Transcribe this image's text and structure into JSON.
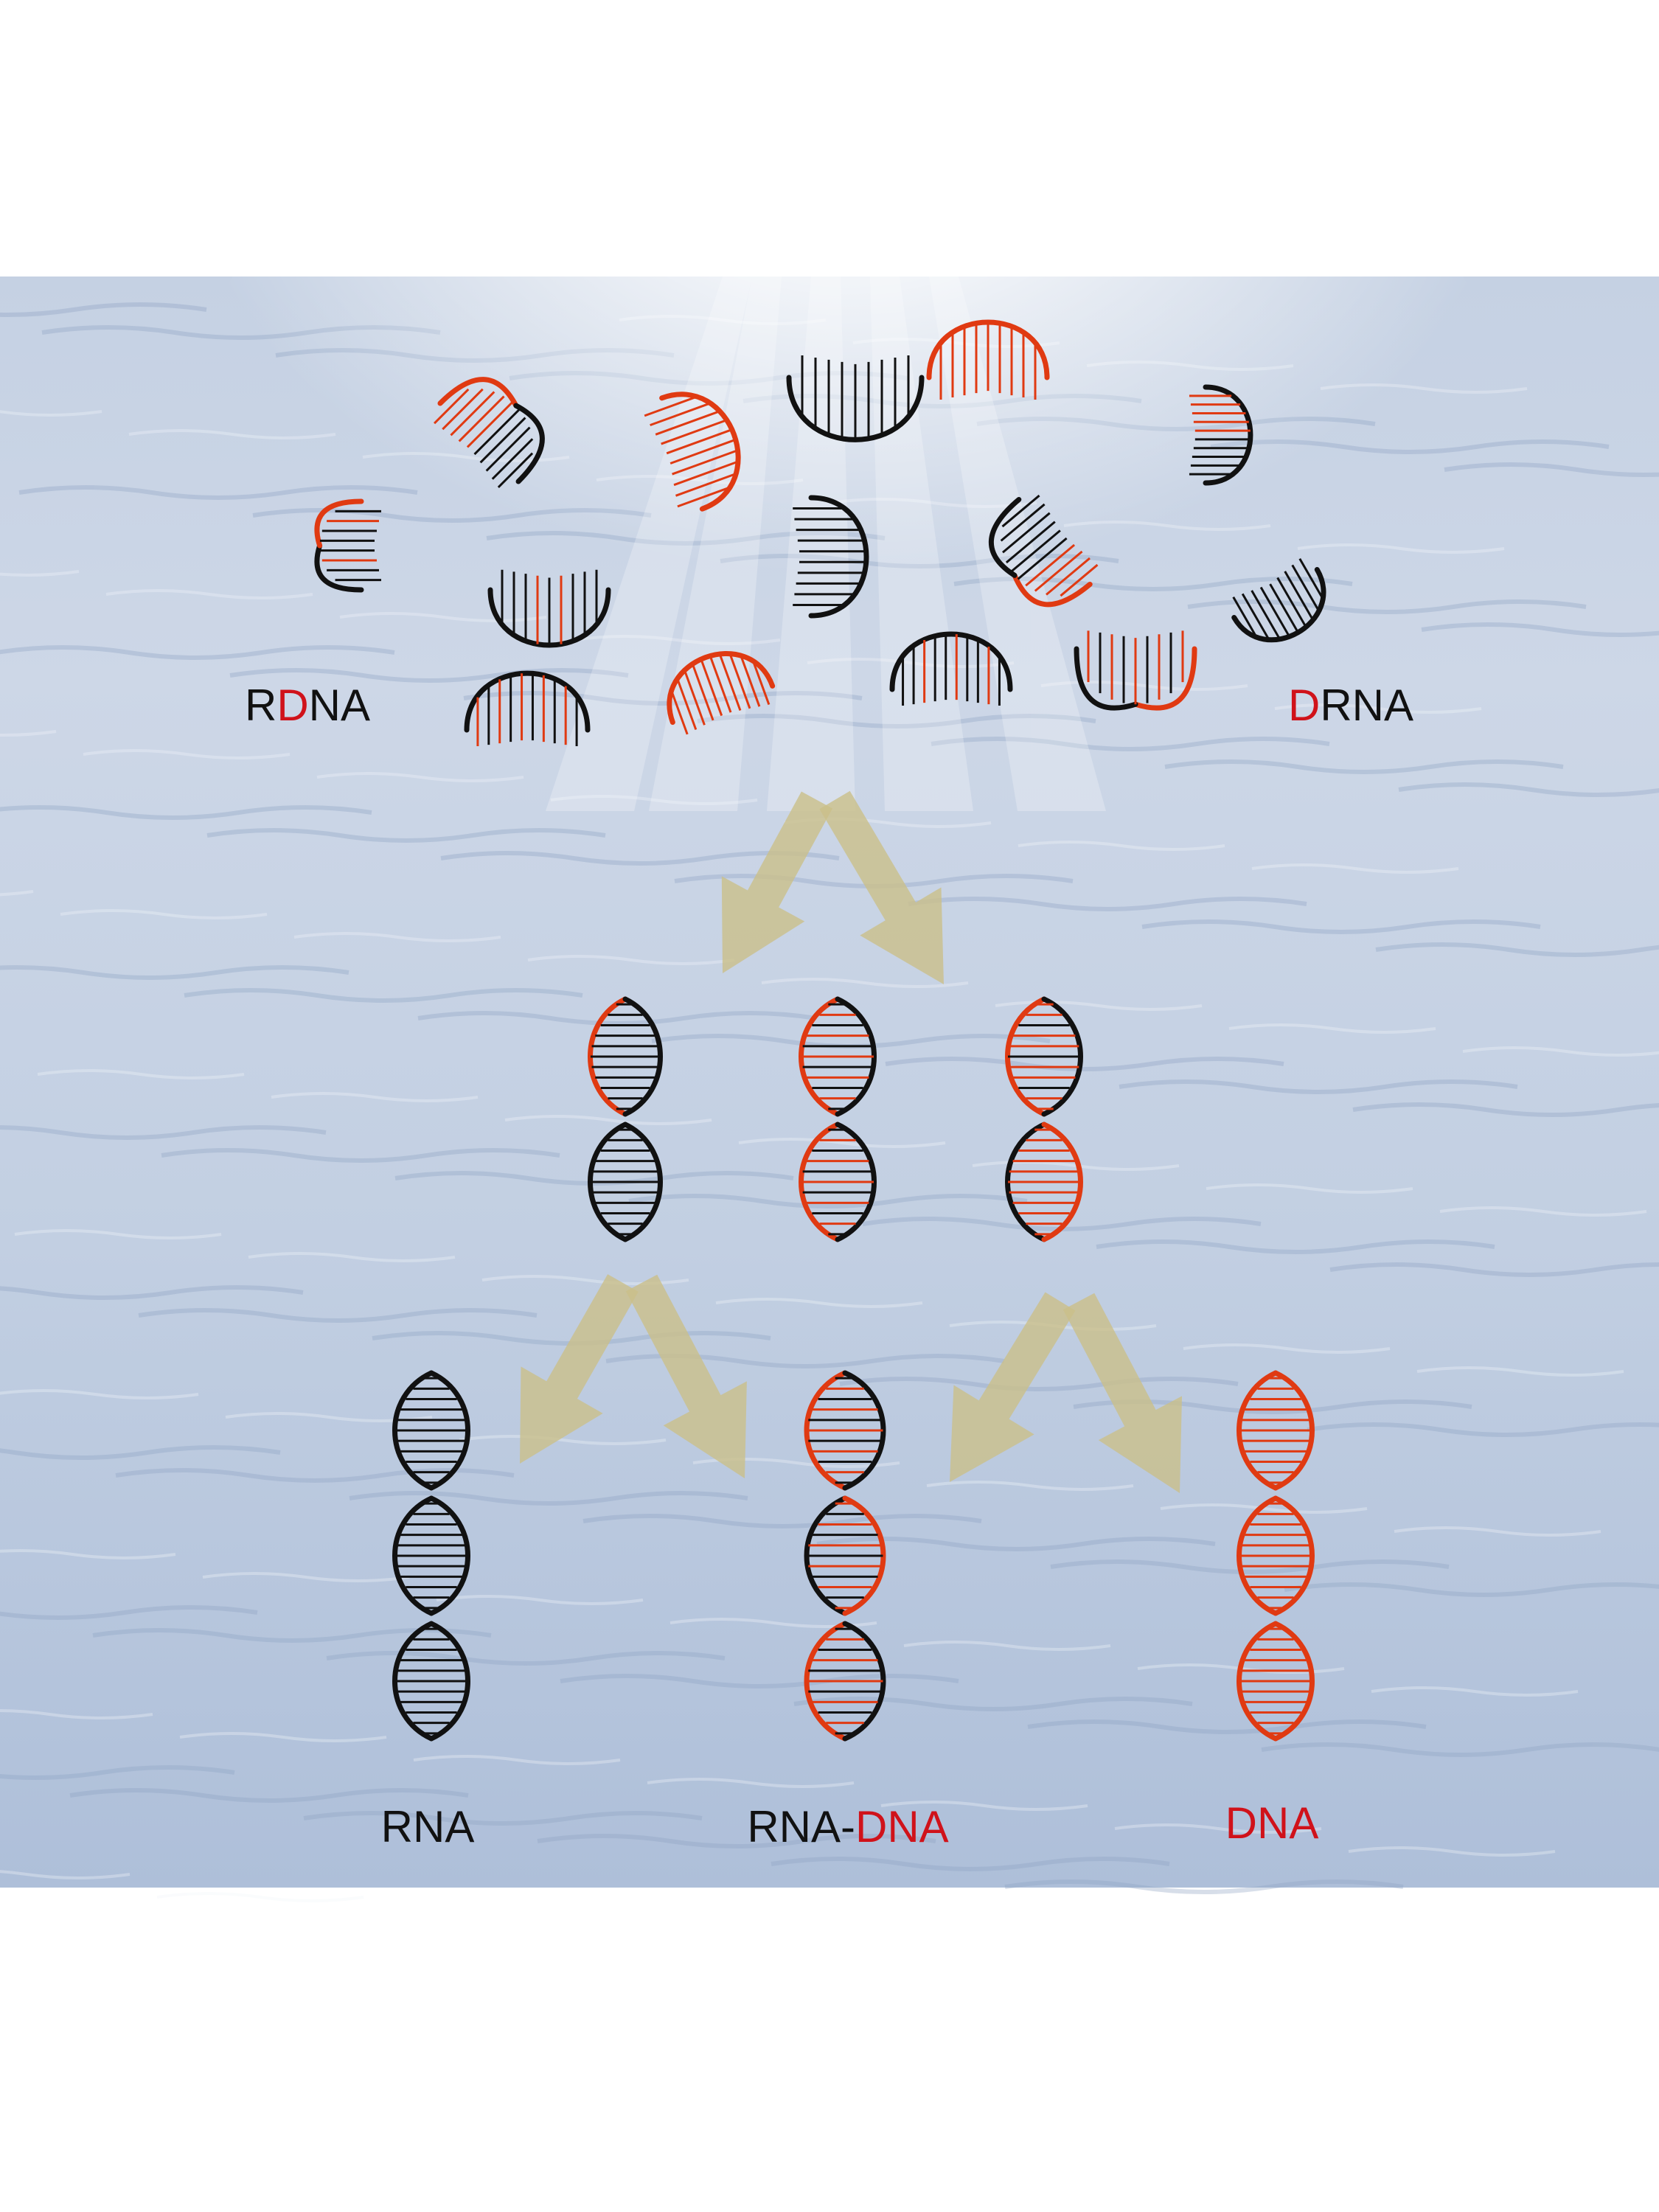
{
  "colors": {
    "rna_strand": "#111111",
    "dna_strand": "#e03a12",
    "label_red": "#d0121a",
    "label_black": "#111111",
    "arrow": "#cbbf8a",
    "water_light": "#f4f7fb",
    "water_mid": "#cbd6e6",
    "water_deep": "#9fb2cf"
  },
  "labels": {
    "rdna": [
      {
        "text": "R",
        "color": "black"
      },
      {
        "text": "D",
        "color": "red"
      },
      {
        "text": "NA",
        "color": "black"
      }
    ],
    "drna": [
      {
        "text": "D",
        "color": "red"
      },
      {
        "text": "RNA",
        "color": "black"
      }
    ],
    "rna": [
      {
        "text": "RNA",
        "color": "black"
      }
    ],
    "rna_dna": [
      {
        "text": "RNA-",
        "color": "black"
      },
      {
        "text": "DNA",
        "color": "red"
      }
    ],
    "dna": [
      {
        "text": "DNA",
        "color": "red"
      }
    ]
  },
  "elements": {
    "fragments": [
      "rna-fragment",
      "dna-fragment",
      "chimeric-fragment"
    ],
    "helices": [
      "hybrid-helix",
      "rna-helix",
      "dna-helix",
      "rna-dna-helix"
    ],
    "arrows": [
      "branch-arrow"
    ]
  }
}
